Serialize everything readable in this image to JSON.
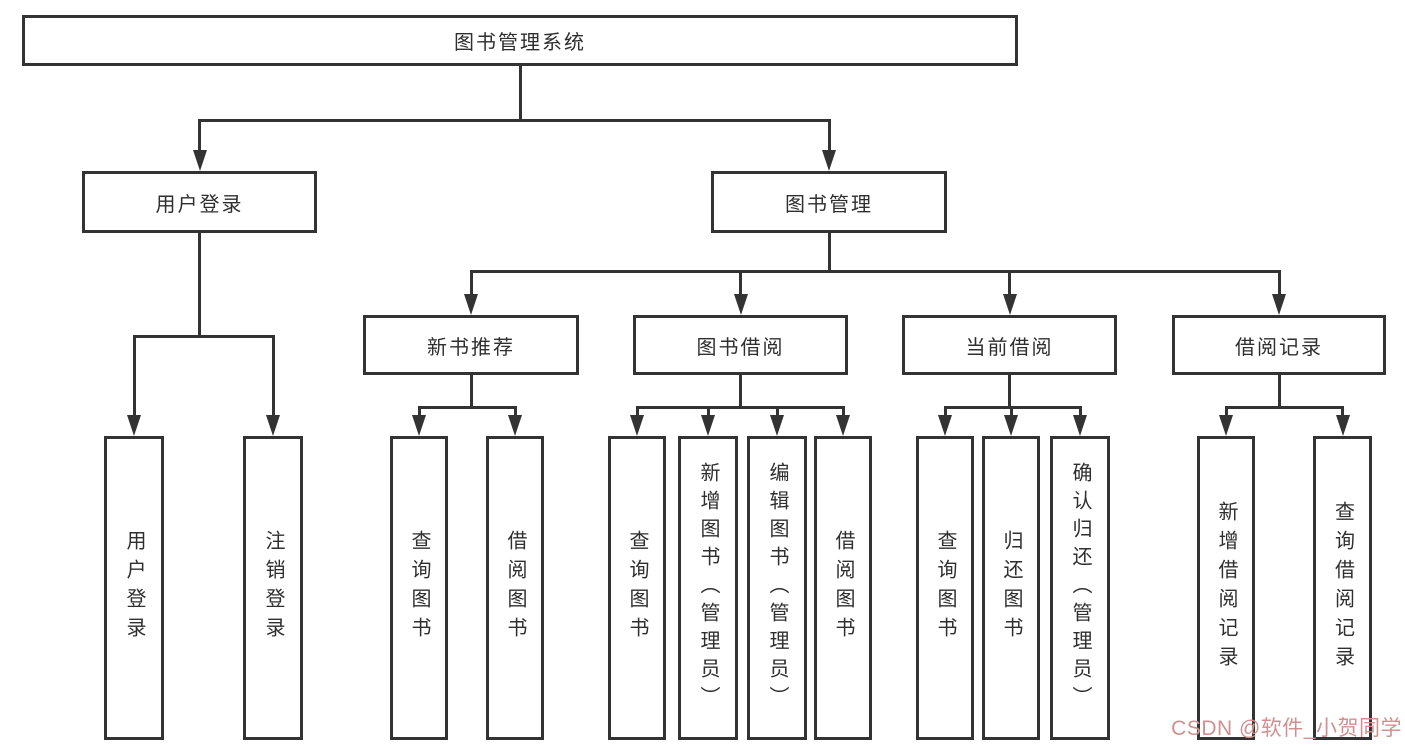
{
  "diagram": {
    "root": {
      "label": "图书管理系统"
    },
    "level1": [
      {
        "id": "user-login",
        "label": "用户登录"
      },
      {
        "id": "book-management",
        "label": "图书管理"
      }
    ],
    "level2": [
      {
        "id": "new-book-recommend",
        "label": "新书推荐"
      },
      {
        "id": "book-borrow",
        "label": "图书借阅"
      },
      {
        "id": "current-borrow",
        "label": "当前借阅"
      },
      {
        "id": "borrow-record",
        "label": "借阅记录"
      }
    ],
    "leaves": {
      "user_login": [
        {
          "label": "用户登录"
        },
        {
          "label": "注销登录"
        }
      ],
      "new_book_recommend": [
        {
          "label": "查询图书"
        },
        {
          "label": "借阅图书"
        }
      ],
      "book_borrow": [
        {
          "label": "查询图书"
        },
        {
          "label": "新增图书（管理员）"
        },
        {
          "label": "编辑图书（管理员）"
        },
        {
          "label": "借阅图书"
        }
      ],
      "current_borrow": [
        {
          "label": "查询图书"
        },
        {
          "label": "归还图书"
        },
        {
          "label": "确认归还（管理员）"
        }
      ],
      "borrow_record": [
        {
          "label": "新增借阅记录"
        },
        {
          "label": "查询借阅记录"
        }
      ]
    }
  },
  "watermark": {
    "text": "CSDN @软件_小贺同学",
    "color": "#d09090"
  },
  "colors": {
    "line": "#333333",
    "text": "#2f2f2f",
    "box_bg": "#ffffff"
  }
}
